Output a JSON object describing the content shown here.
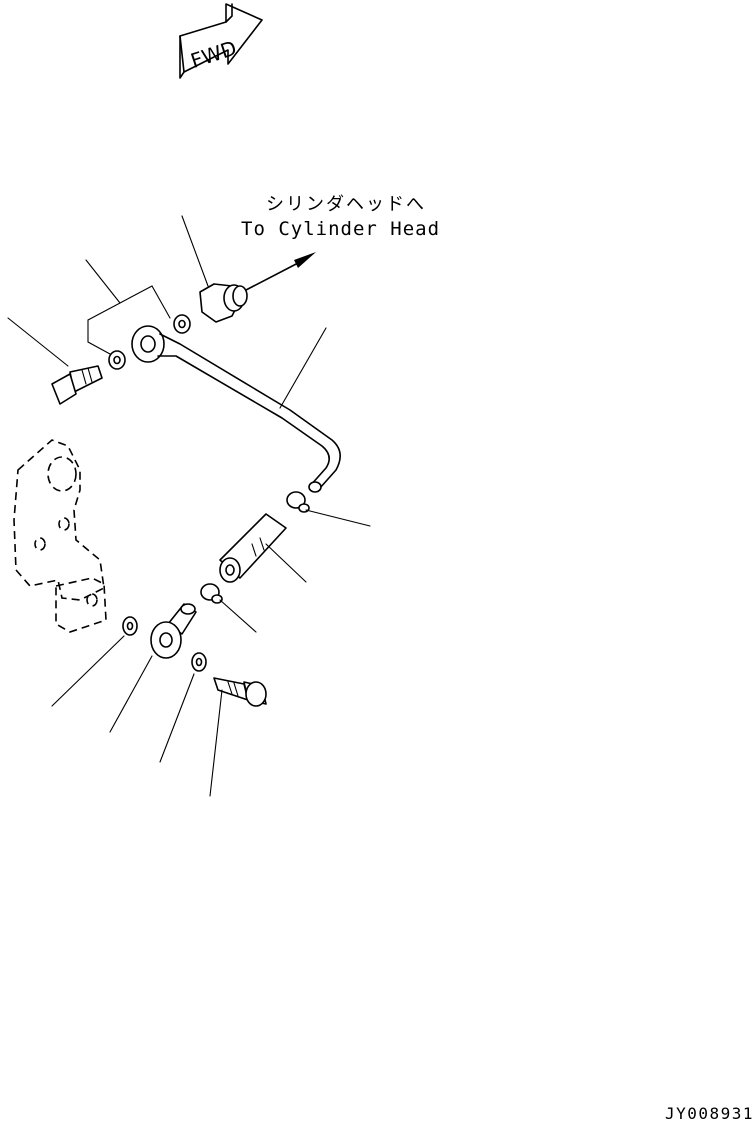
{
  "fwd_symbol": {
    "text": "FWD"
  },
  "destination_label": {
    "japanese": "シリンダヘッドへ",
    "english": "To Cylinder Head"
  },
  "drawing_id": "JY008931"
}
